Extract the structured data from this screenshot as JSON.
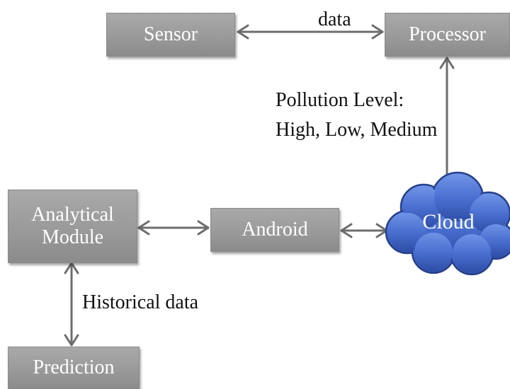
{
  "nodes": {
    "sensor": "Sensor",
    "processor": "Processor",
    "analytical_module": "Analytical\nModule",
    "android": "Android",
    "cloud": "Cloud",
    "prediction": "Prediction"
  },
  "edge_labels": {
    "sensor_processor": "data",
    "pollution_line1": "Pollution Level:",
    "pollution_line2": "High, Low, Medium",
    "historical": "Historical data"
  },
  "colors": {
    "box_fill": "#9c9c9c",
    "box_text": "#ffffff",
    "cloud_fill": "#3f62c0",
    "arrow": "#6d6d6d"
  },
  "icons": {
    "cloud": "cloud-shape",
    "arrow": "double-headed-arrow"
  }
}
